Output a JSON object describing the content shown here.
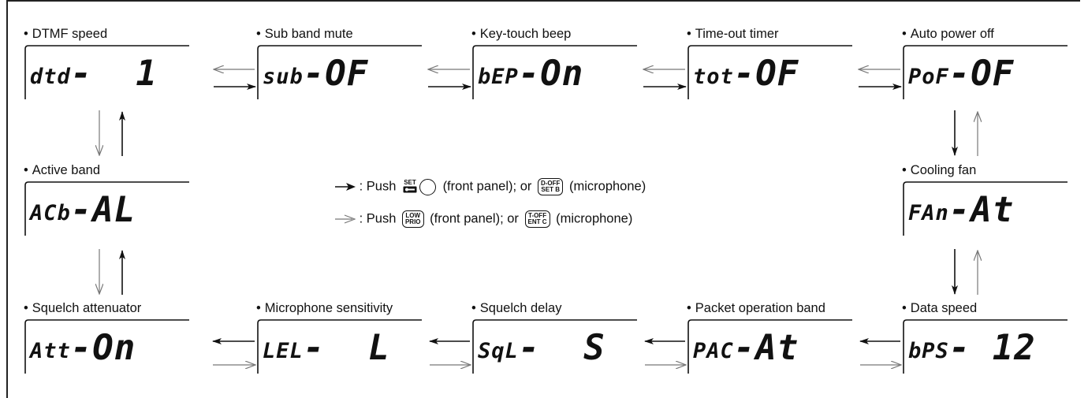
{
  "items": [
    {
      "id": "dtmf-speed",
      "label": "DTMF speed",
      "lcd_small": "dtd",
      "lcd_big": "-  1"
    },
    {
      "id": "sub-band-mute",
      "label": "Sub band mute",
      "lcd_small": "sub",
      "lcd_big": "-OF"
    },
    {
      "id": "key-touch-beep",
      "label": "Key-touch beep",
      "lcd_small": "bEP",
      "lcd_big": "-On"
    },
    {
      "id": "time-out-timer",
      "label": "Time-out timer",
      "lcd_small": "tot",
      "lcd_big": "-OF"
    },
    {
      "id": "auto-power-off",
      "label": "Auto power off",
      "lcd_small": "PoF",
      "lcd_big": "-OF"
    },
    {
      "id": "active-band",
      "label": "Active band",
      "lcd_small": "ACb",
      "lcd_big": "-AL"
    },
    {
      "id": "cooling-fan",
      "label": "Cooling fan",
      "lcd_small": "FAn",
      "lcd_big": "-At"
    },
    {
      "id": "squelch-attenuator",
      "label": "Squelch attenuator",
      "lcd_small": "Att",
      "lcd_big": "-On"
    },
    {
      "id": "microphone-sensitivity",
      "label": "Microphone sensitivity",
      "lcd_small": "LEL",
      "lcd_big": "-  L"
    },
    {
      "id": "squelch-delay",
      "label": "Squelch delay",
      "lcd_small": "SqL",
      "lcd_big": "-  S"
    },
    {
      "id": "packet-operation-band",
      "label": "Packet operation band",
      "lcd_small": "PAC",
      "lcd_big": "-At"
    },
    {
      "id": "data-speed",
      "label": "Data speed",
      "lcd_small": "bPS",
      "lcd_big": "- 12"
    }
  ],
  "legend": {
    "forward": {
      "prefix": ": Push",
      "front_key_top": "SET",
      "front_text": "(front panel); or",
      "mic_key_line1": "D-OFF",
      "mic_key_line2": "SET B",
      "mic_text": "(microphone)"
    },
    "backward": {
      "prefix": ": Push",
      "front_key_line1": "LOW",
      "front_key_line2": "PRIO",
      "front_text": "(front panel); or",
      "mic_key_line1": "T-OFF",
      "mic_key_line2": "ENT C",
      "mic_text": "(microphone)"
    }
  },
  "colors": {
    "ink": "#111111",
    "open_arrow": "#888888"
  },
  "bullet": "•"
}
